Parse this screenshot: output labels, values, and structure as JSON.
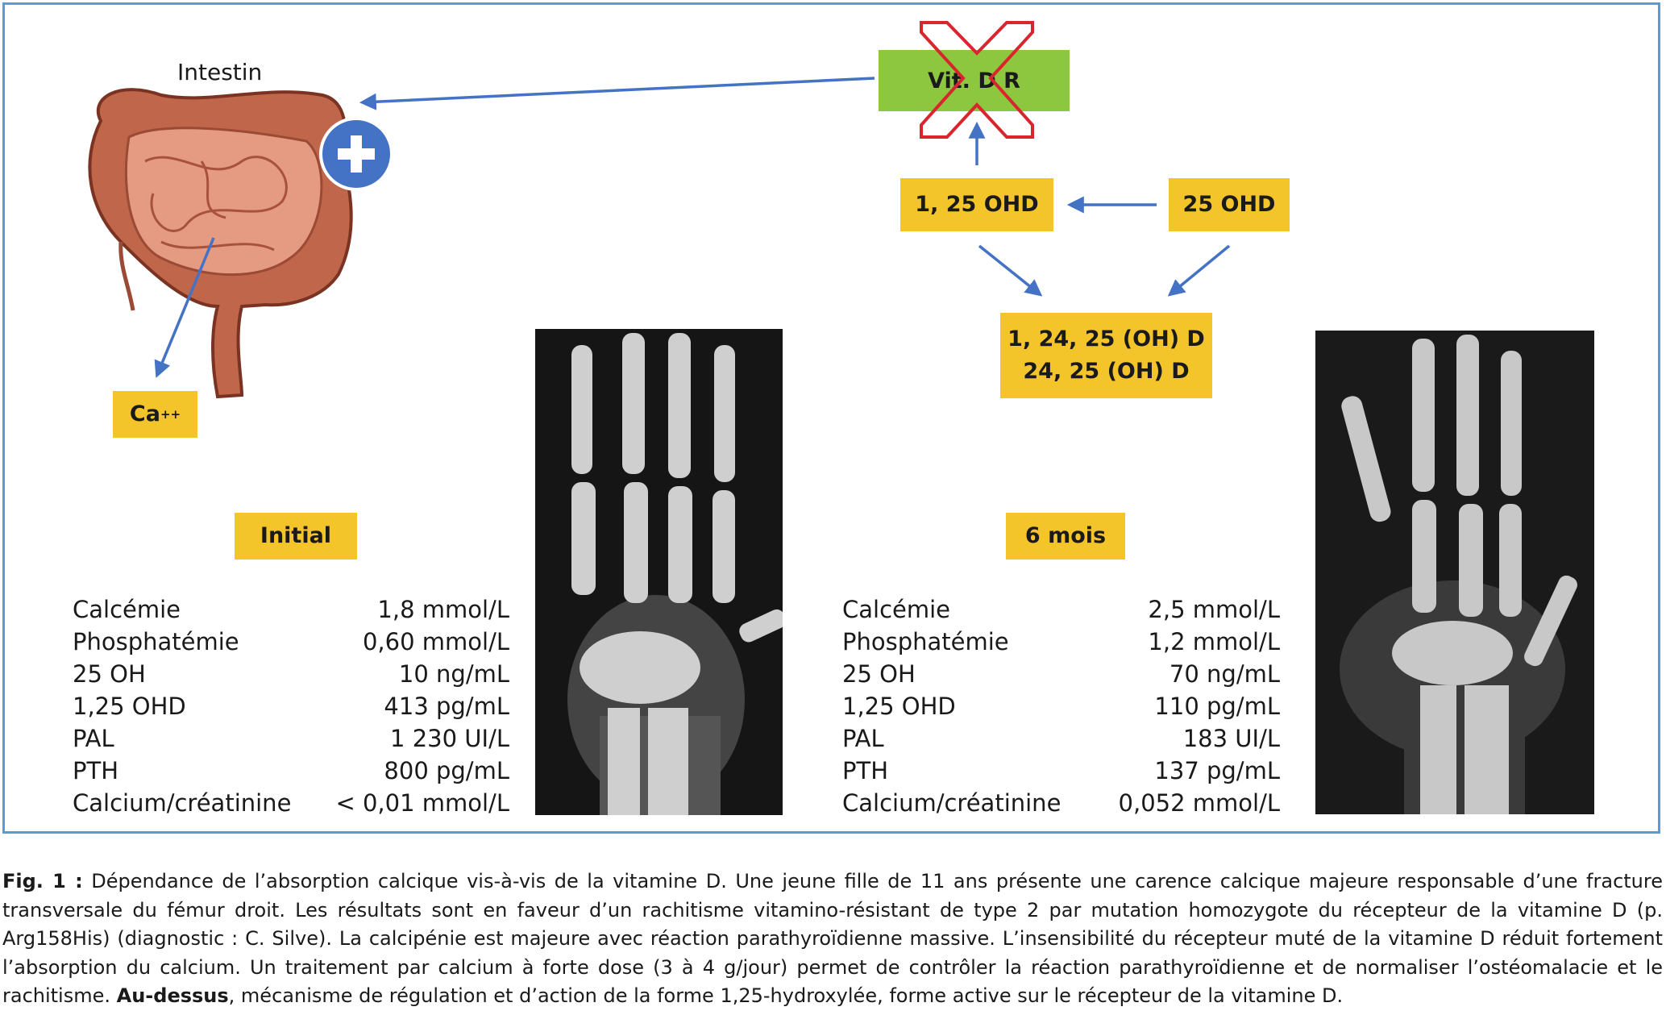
{
  "diagram": {
    "intestine_label": "Intestin",
    "calcium_label": "Ca",
    "calcium_charge": "++",
    "receptor_label": "Vit. D R",
    "box_125ohd": "1, 25 OHD",
    "box_25ohd": "25 OHD",
    "metabolites_line1": "1, 24, 25 (OH) D",
    "metabolites_line2": "24, 25 (OH) D",
    "colors": {
      "accent": "#f4c52b",
      "receptor": "#8dc63f",
      "arrow": "#4472c4",
      "cross": "#d9262e",
      "frame": "#5b9bd5"
    }
  },
  "initial": {
    "title": "Initial",
    "rows": [
      {
        "label": "Calcémie",
        "value": "1,8 mmol/L"
      },
      {
        "label": "Phosphatémie",
        "value": "0,60 mmol/L"
      },
      {
        "label": "25 OH",
        "value": "10 ng/mL"
      },
      {
        "label": "1,25 OHD",
        "value": "413 pg/mL"
      },
      {
        "label": "PAL",
        "value": "1 230 UI/L"
      },
      {
        "label": "PTH",
        "value": "800 pg/mL"
      },
      {
        "label": "Calcium/créatinine",
        "value": "< 0,01 mmol/L"
      }
    ]
  },
  "six_months": {
    "title": "6 mois",
    "rows": [
      {
        "label": "Calcémie",
        "value": "2,5 mmol/L"
      },
      {
        "label": "Phosphatémie",
        "value": "1,2 mmol/L"
      },
      {
        "label": "25 OH",
        "value": "70 ng/mL"
      },
      {
        "label": "1,25 OHD",
        "value": "110 pg/mL"
      },
      {
        "label": "PAL",
        "value": "183 UI/L"
      },
      {
        "label": "PTH",
        "value": "137 pg/mL"
      },
      {
        "label": "Calcium/créatinine",
        "value": "0,052 mmol/L"
      }
    ]
  },
  "caption": {
    "fig_label": "Fig. 1 :",
    "text1": " Dépendance de l’absorption calcique vis-à-vis de la vitamine D. Une jeune fille de 11 ans présente une carence calcique majeure responsable d’une fracture transversale du fémur droit. Les résultats sont en faveur d’un rachitisme vitamino-résistant de type 2 par mutation homozygote du récepteur de la vitamine D (p. Arg158His) (diagnostic : C. Silve). La calcipénie est majeure avec réaction parathyroïdienne massive. L’insensibilité du récepteur muté de la vitamine D réduit fortement l’absorption du calcium. Un traitement par calcium à forte dose (3 à 4 g/jour) permet de contrôler la réaction parathyroïdienne et de normaliser l’ostéomalacie et le rachitisme. ",
    "bold2": "Au-dessus",
    "text2": ", mécanisme de régulation et d’action de la forme 1,25-hydroxylée, forme active sur le récepteur de la vitamine D."
  }
}
